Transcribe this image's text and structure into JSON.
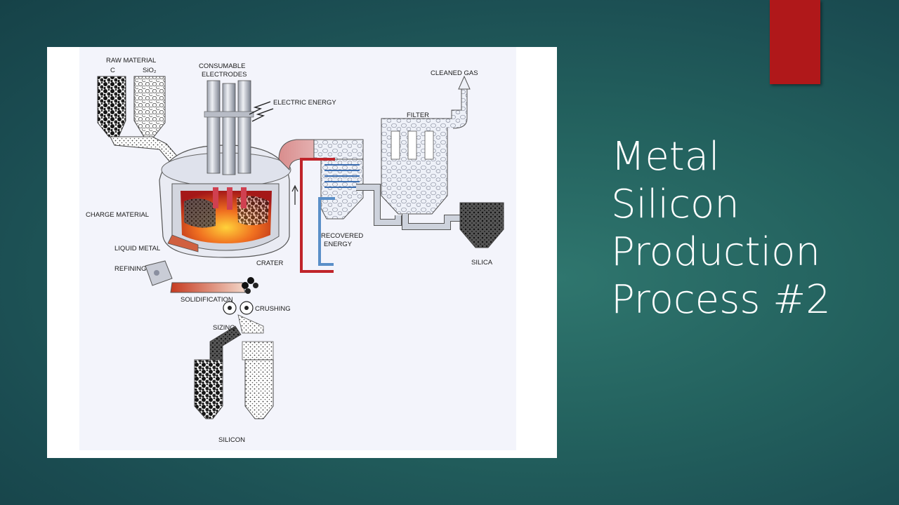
{
  "slide": {
    "title_lines": [
      "Metal",
      "Silicon",
      "Production",
      "Process #2"
    ]
  },
  "diagram": {
    "labels": {
      "raw_material": "RAW MATERIAL",
      "c": "C",
      "sio2": "SiO₂",
      "consumable_electrodes_1": "CONSUMABLE",
      "consumable_electrodes_2": "ELECTRODES",
      "electric_energy": "ELECTRIC ENERGY",
      "cleaned_gas": "CLEANED GAS",
      "filter": "FILTER",
      "charge_material": "CHARGE MATERIAL",
      "recovered_energy_1": "RECOVERED",
      "recovered_energy_2": "ENERGY",
      "liquid_metal": "LIQUID METAL",
      "refining": "REFINING",
      "crater": "CRATER",
      "silica": "SILICA",
      "solidification": "SOLIDIFICATION",
      "crushing": "CRUSHING",
      "sizing": "SIZING",
      "silicon": "SILICON"
    }
  },
  "colors": {
    "accent_red": "#b0181a",
    "diagram_bg": "#f3f4fb",
    "hot_red": "#c0242a",
    "cool_blue": "#5a8fc8"
  }
}
